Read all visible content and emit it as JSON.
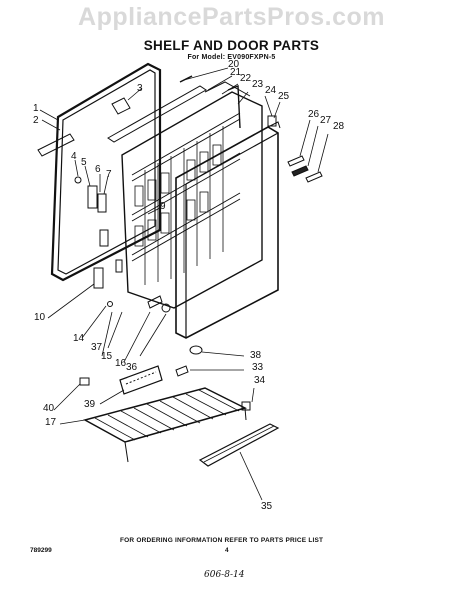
{
  "watermark": "AppliancePartsPros.com",
  "header": {
    "title": "SHELF AND DOOR PARTS",
    "subtitle": "For Model: EV090FXPN-5"
  },
  "callouts": {
    "c1": "1",
    "c2": "2",
    "c3": "3",
    "c4": "4",
    "c5": "5",
    "c6": "6",
    "c7": "7",
    "c9": "9",
    "c10": "10",
    "c14": "14",
    "c15": "15",
    "c16": "16",
    "c17": "17",
    "c20": "20",
    "c21": "21",
    "c22": "22",
    "c23": "23",
    "c24": "24",
    "c25": "25",
    "c26": "26",
    "c27": "27",
    "c28": "28",
    "c33": "33",
    "c34": "34",
    "c35": "35",
    "c36": "36",
    "c37": "37",
    "c38": "38",
    "c39": "39",
    "c40": "40"
  },
  "footer": {
    "ordering_note": "FOR ORDERING INFORMATION REFER TO PARTS PRICE LIST",
    "doc_number": "789299",
    "page_number": "4",
    "handwritten_mark": "606-8-14"
  }
}
